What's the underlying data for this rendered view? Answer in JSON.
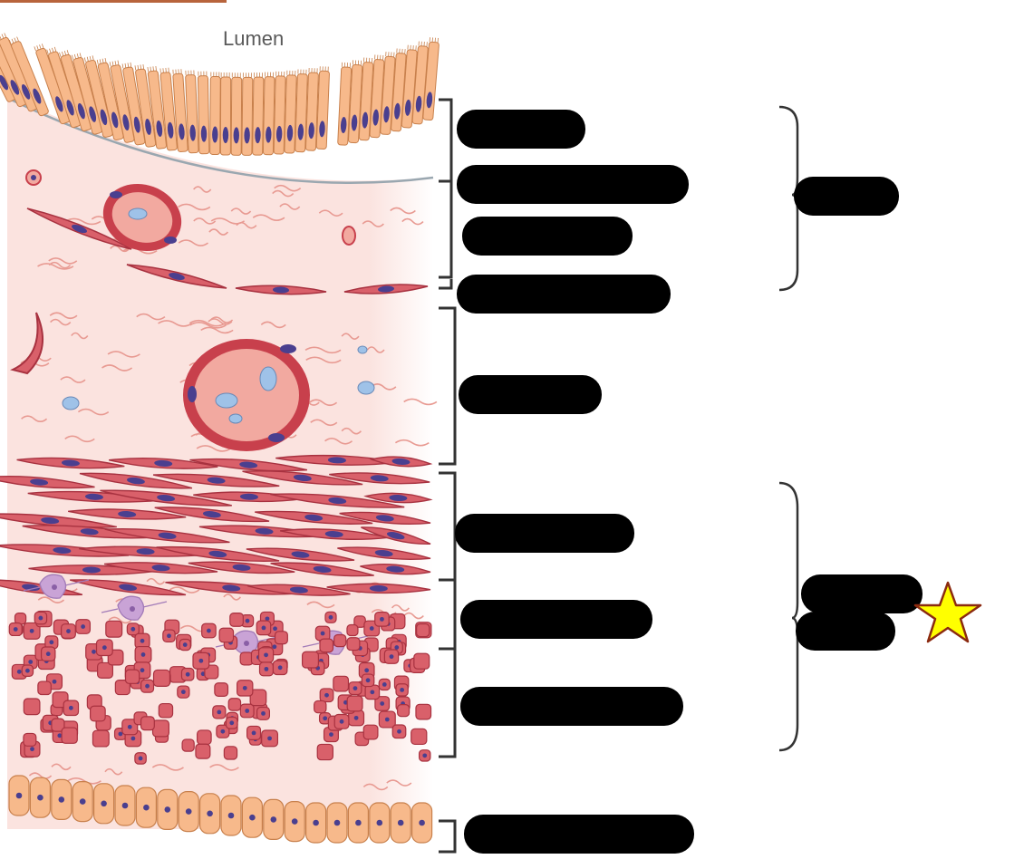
{
  "diagram": {
    "lumen_label": "Lumen",
    "colors": {
      "epithelium_fill": "#f7b98b",
      "epithelium_stroke": "#c8804c",
      "nucleus": "#4a3f8f",
      "tissue_background": "#fbe3df",
      "fiber": "#e89a92",
      "muscle_fill": "#d9606a",
      "muscle_stroke": "#a83240",
      "vessel_fill": "#f2a9a0",
      "vessel_wall": "#c8404c",
      "blue_cell": "#9fc2e8",
      "purple_cell": "#c9a3d6",
      "redaction": "#000000",
      "star_fill": "#ffff00",
      "star_stroke": "#8b2a10",
      "bracket": "#333333"
    },
    "redacted_labels": [
      {
        "id": "label-1"
      },
      {
        "id": "label-2"
      },
      {
        "id": "label-3"
      },
      {
        "id": "label-4"
      },
      {
        "id": "label-5"
      },
      {
        "id": "label-6"
      },
      {
        "id": "label-7"
      },
      {
        "id": "label-8"
      },
      {
        "id": "label-9"
      },
      {
        "id": "label-10"
      },
      {
        "id": "label-11"
      }
    ],
    "marker": "star-icon"
  }
}
